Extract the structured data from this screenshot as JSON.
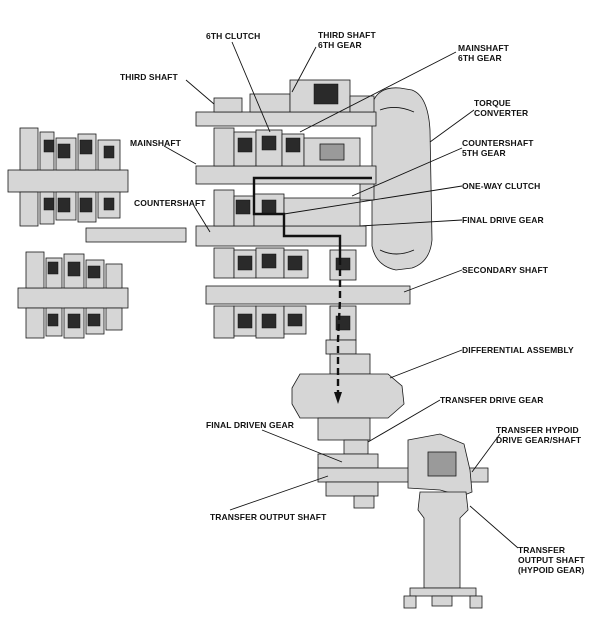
{
  "labels": {
    "sixth_clutch": "6TH CLUTCH",
    "third_shaft_6th_gear_1": "THIRD SHAFT",
    "third_shaft_6th_gear_2": "6TH GEAR",
    "mainshaft_6th_gear_1": "MAINSHAFT",
    "mainshaft_6th_gear_2": "6TH GEAR",
    "third_shaft": "THIRD SHAFT",
    "torque_converter_1": "TORQUE",
    "torque_converter_2": "CONVERTER",
    "mainshaft": "MAINSHAFT",
    "countershaft_5th_gear_1": "COUNTERSHAFT",
    "countershaft_5th_gear_2": "5TH GEAR",
    "one_way_clutch": "ONE-WAY CLUTCH",
    "countershaft": "COUNTERSHAFT",
    "final_drive_gear": "FINAL DRIVE GEAR",
    "secondary_shaft": "SECONDARY SHAFT",
    "differential_assembly": "DIFFERENTIAL ASSEMBLY",
    "transfer_drive_gear": "TRANSFER DRIVE GEAR",
    "final_driven_gear": "FINAL DRIVEN GEAR",
    "transfer_hypoid_1": "TRANSFER HYPOID",
    "transfer_hypoid_2": "DRIVE GEAR/SHAFT",
    "transfer_output_shaft": "TRANSFER OUTPUT SHAFT",
    "transfer_output_hypoid_1": "TRANSFER",
    "transfer_output_hypoid_2": "OUTPUT SHAFT",
    "transfer_output_hypoid_3": "(HYPOID GEAR)"
  },
  "icons": [
    "transmission-cutaway-drawing",
    "power-flow-arrow"
  ]
}
